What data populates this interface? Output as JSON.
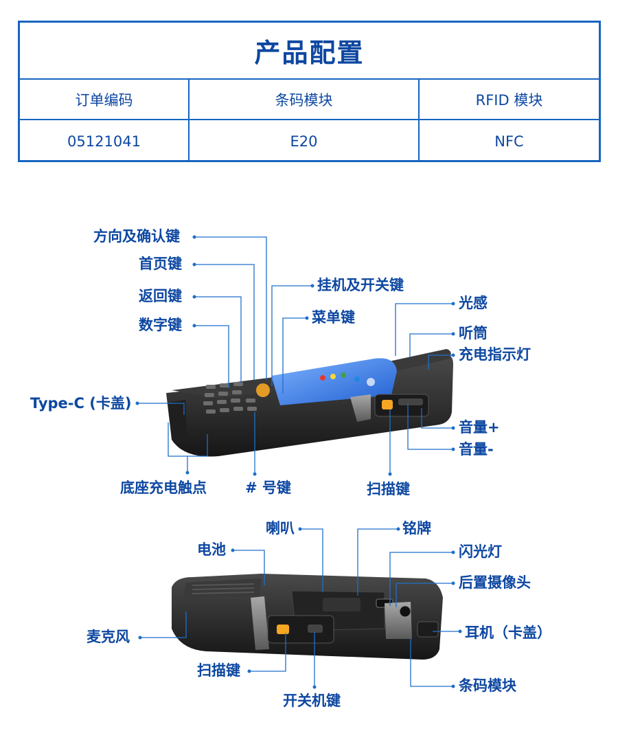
{
  "title": "产品配置",
  "table": {
    "headers": [
      "订单编码",
      "条码模块",
      "RFID 模块"
    ],
    "values": [
      "05121041",
      "E20",
      "NFC"
    ]
  },
  "front_labels": {
    "direction_confirm_key": "方向及确认键",
    "home_key": "首页键",
    "back_key": "返回键",
    "number_keys": "数字键",
    "hangup_power_key": "挂机及开关键",
    "menu_key": "菜单键",
    "light_sensor": "光感",
    "receiver": "听筒",
    "charge_indicator": "充电指示灯",
    "type_c": "Type-C (卡盖)",
    "volume_up": "音量+",
    "volume_down": "音量-",
    "cradle_contacts": "底座充电触点",
    "hash_key": "# 号键",
    "scan_key": "扫描键"
  },
  "back_labels": {
    "speaker": "喇叭",
    "nameplate": "铭牌",
    "battery": "电池",
    "flashlight": "闪光灯",
    "rear_camera": "后置摄像头",
    "microphone": "麦克风",
    "earphone": "耳机（卡盖）",
    "scan_key": "扫描键",
    "power_key": "开关机键",
    "barcode_module": "条码模块"
  },
  "colors": {
    "accent": "#0d47a1",
    "border": "#1565c0",
    "leader": "#1e6fc9",
    "device_body": "#2b2b2b",
    "scan_button": "#f5a623"
  }
}
